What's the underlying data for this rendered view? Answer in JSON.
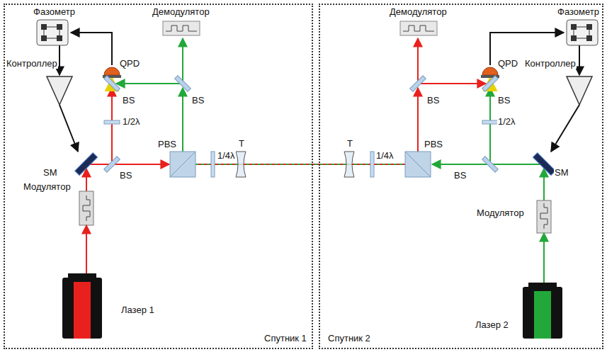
{
  "diagram": {
    "nodes": [
      {
        "text": [
          "Спутник 1"
        ]
      },
      {
        "text": [
          "Фазометр"
        ],
        "in": 0
      },
      {
        "text": [
          "Демодулятор"
        ],
        "in": 0
      },
      {
        "text": [
          "Модулятор"
        ],
        "in": 0
      },
      {
        "text": [
          "Лазер 1"
        ],
        "in": 0
      },
      {
        "text": [
          "Спутник 2"
        ]
      },
      {
        "text": [
          "Демодулятор"
        ],
        "in": 5
      },
      {
        "text": [
          "Фазометр"
        ],
        "in": 5
      },
      {
        "text": [
          "Модулятор"
        ],
        "in": 5
      },
      {
        "text": [
          "Лазер 2"
        ],
        "in": 5
      }
    ],
    "edges": [
      {
        "from": 4,
        "to": 3,
        "arrow": "to"
      },
      {
        "from": 9,
        "to": 8,
        "arrow": "to"
      }
    ],
    "labels": [
      "Контроллер",
      "QPD",
      "BS",
      "BS",
      "1/2λ",
      "SM",
      "BS",
      "PBS",
      "1/4λ",
      "T",
      "T",
      "1/4λ",
      "PBS",
      "BS",
      "BS",
      "QPD",
      "Контроллер",
      "1/2λ",
      "SM",
      "BS"
    ]
  }
}
